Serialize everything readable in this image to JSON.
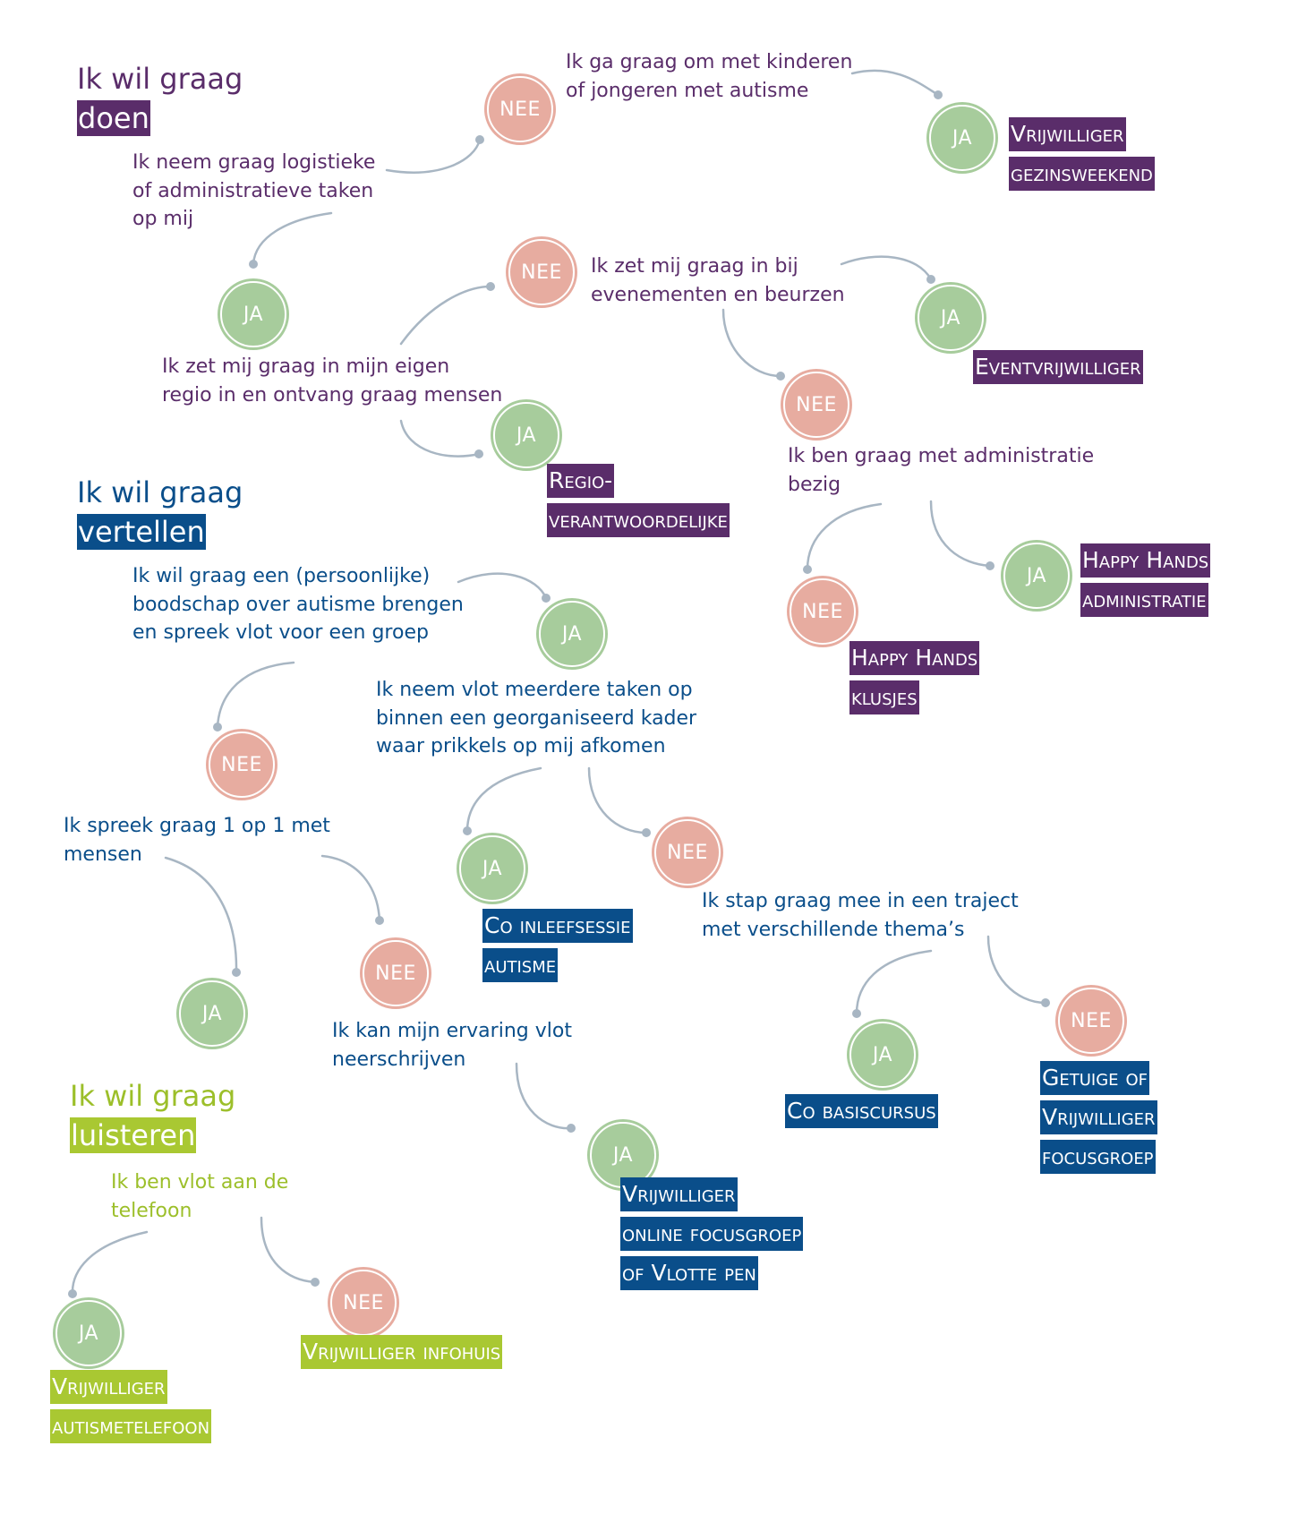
{
  "colors": {
    "doen": "#5a2d6a",
    "vertellen": "#0a4e8a",
    "luisteren": "#a9c832",
    "ja_node": "#a7cc9c",
    "nee_node": "#e7aca0",
    "connector": "#a8b6c3"
  },
  "sections": {
    "doen": {
      "line1": "Ik wil graag",
      "line2": "doen"
    },
    "vertellen": {
      "line1": "Ik wil graag",
      "line2": "vertellen"
    },
    "luisteren": {
      "line1": "Ik wil graag",
      "line2": "luisteren"
    }
  },
  "questions": {
    "q1": "Ik neem graag logistieke\nof administratieve taken\nop mij",
    "q2": "Ik ga graag om met kinderen\nof jongeren met autisme",
    "q3": "Ik zet mij graag in mijn eigen\nregio in en ontvang graag mensen",
    "q4": "Ik zet mij graag in bij\nevenementen en beurzen",
    "q5": "Ik ben graag met administratie\nbezig",
    "q6": "Ik wil graag een (persoonlijke)\nboodschap over autisme brengen\nen spreek vlot voor een groep",
    "q7": "Ik neem vlot meerdere taken op\nbinnen een georganiseerd kader\nwaar prikkels op mij afkomen",
    "q8": "Ik spreek graag 1 op 1 met\nmensen",
    "q9": "Ik stap graag mee in een traject\nmet verschillende thema’s",
    "q10": "Ik kan mijn ervaring vlot\nneerschrijven",
    "q11": "Ik ben vlot aan de\ntelefoon"
  },
  "answers": {
    "ja": "JA",
    "nee": "NEE"
  },
  "results": {
    "gezinsweekend": [
      "Vrijwilliger",
      "gezinsweekend"
    ],
    "eventvrijwilliger": [
      "Eventvrijwilliger"
    ],
    "regioverantwoordelijke": [
      "Regio-",
      "verantwoordelijke"
    ],
    "hh_administratie": [
      "Happy Hands",
      "administratie"
    ],
    "hh_klusjes": [
      "Happy Hands",
      "klusjes"
    ],
    "co_inleefsessie": [
      "Co inleefsessie",
      "autisme"
    ],
    "co_basiscursus": [
      "Co basiscursus"
    ],
    "getuige_focusgroep": [
      "Getuige of",
      "Vrijwilliger",
      "focusgroep"
    ],
    "online_focusgroep": [
      "Vrijwilliger",
      "online focusgroep",
      "of Vlotte pen"
    ],
    "infohuis": [
      "Vrijwilliger infohuis"
    ],
    "autismetelefoon": [
      "Vrijwilliger",
      "autismetelefoon"
    ]
  }
}
